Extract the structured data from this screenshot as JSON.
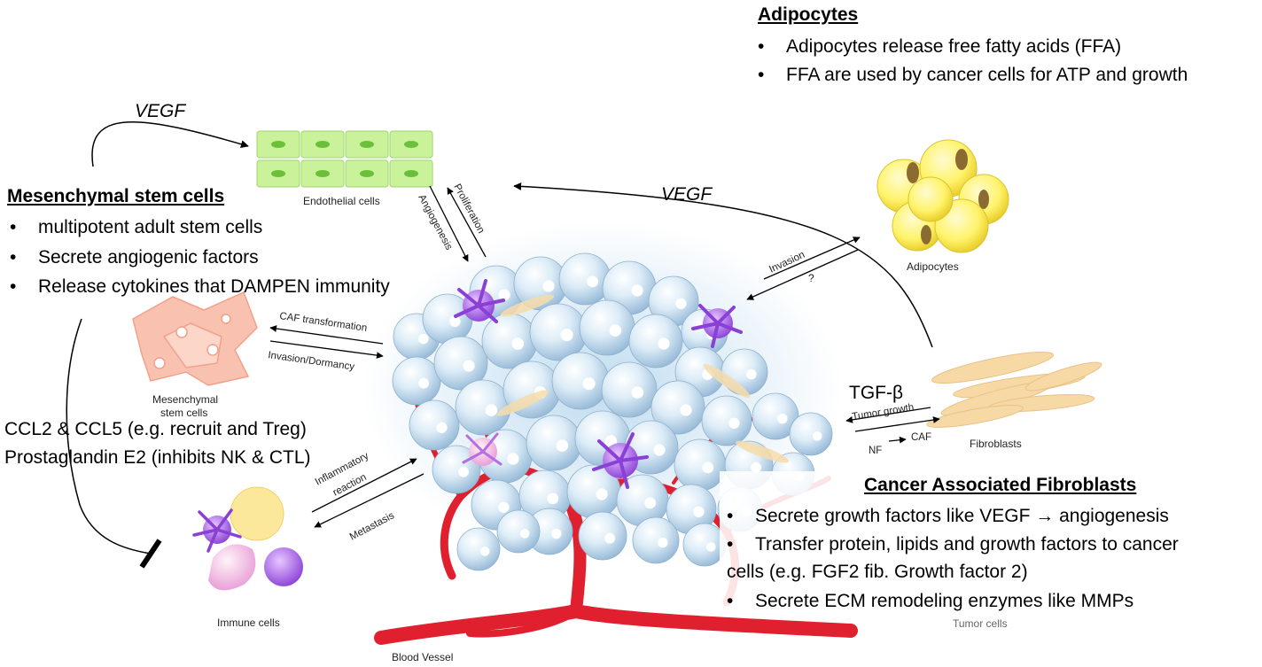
{
  "adipocytes_box": {
    "heading": "Adipocytes",
    "bullets": [
      "Adipocytes release free fatty acids (FFA)",
      "FFA are used by cancer cells for ATP and growth"
    ]
  },
  "msc_box": {
    "heading": "Mesenchymal stem cells",
    "bullets": [
      "multipotent adult stem cells",
      "Secrete angiogenic factors",
      "Release cytokines that DAMPEN immunity"
    ]
  },
  "caf_box": {
    "heading": "Cancer Associated Fibroblasts",
    "bullets": [
      "Secrete growth factors like VEGF → angiogenesis",
      "Transfer protein, lipids and growth factors to cancer",
      "cells (e.g. FGF2 fib. Growth factor 2)",
      "Secrete ECM remodeling enzymes like MMPs"
    ]
  },
  "annotations": {
    "vegf_left": "VEGF",
    "vegf_right": "VEGF",
    "tgf_beta": "TGF-β",
    "ccl": "CCL2 & CCL5 (e.g. recruit and Treg)",
    "prostaglandin": "Prostaglandin E2 (inhibits NK & CTL)"
  },
  "cell_labels": {
    "endothelial": "Endothelial cells",
    "adipocytes": "Adipocytes",
    "msc_line1": "Mesenchymal",
    "msc_line2": "stem cells",
    "fibroblasts": "Fibroblasts",
    "immune": "Immune cells",
    "tumor": "Tumor cells",
    "blood_vessel": "Blood Vessel"
  },
  "arrow_labels": {
    "proliferation": "Proliferation",
    "angiogenesis": "Angiogenesis",
    "invasion": "Invasion",
    "question": "?",
    "caf_transformation": "CAF transformation",
    "invasion_dormancy": "Invasion/Dormancy",
    "inflammatory_line1": "Inflammatory",
    "inflammatory_line2": "reaction",
    "metastasis": "Metastasis",
    "tumor_growth": "Tumor growth",
    "nf": "NF",
    "caf": "CAF"
  }
}
